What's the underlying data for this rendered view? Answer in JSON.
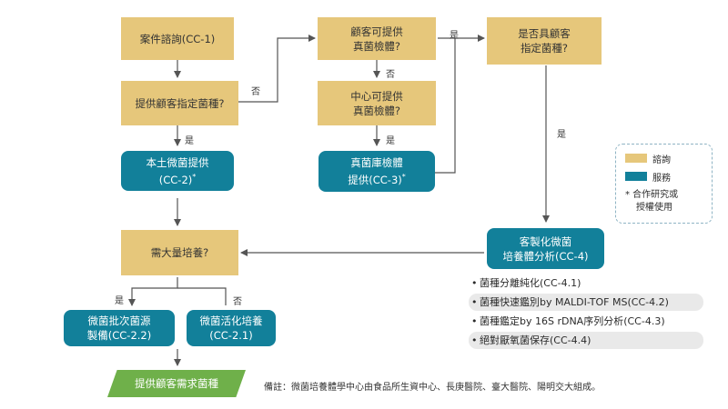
{
  "nodes": {
    "cc1": "案件諮詢(CC-1)",
    "provide_strain_q": "提供顧客指定菌種?",
    "local_strain": "本土微菌提供",
    "local_strain_code": "(CC-2)",
    "mass_culture_q": "需大量培養?",
    "batch_prep_line1": "微菌批次菌源",
    "batch_prep_line2": "製備(CC-2.2)",
    "activation_line1": "微菌活化培養",
    "activation_line2": "(CC-2.1)",
    "customer_sample_q_line1": "顧客可提供",
    "customer_sample_q_line2": "真菌檢體?",
    "center_sample_q_line1": "中心可提供",
    "center_sample_q_line2": "真菌檢體?",
    "library_line1": "真菌庫檢體",
    "library_line2": "提供(CC-3)",
    "customer_specified_q_line1": "是否具顧客",
    "customer_specified_q_line2": "指定菌種?",
    "custom_analysis_line1": "客製化微菌",
    "custom_analysis_line2": "培養體分析(CC-4)",
    "final": "提供顧客需求菌種"
  },
  "edge_labels": {
    "no1": "否",
    "yes1": "是",
    "no2": "否",
    "yes2": "是",
    "yes3": "是",
    "yes4": "是",
    "yes_left": "是",
    "no_right": "否"
  },
  "asterisk": "*",
  "cc4_items": [
    "菌種分離純化(CC-4.1)",
    "菌種快速鑑別by MALDI-TOF MS(CC-4.2)",
    "菌種鑑定by 16S rDNA序列分析(CC-4.3)",
    "絕對厭氧菌保存(CC-4.4)"
  ],
  "bullet": "•",
  "legend": {
    "consult": "諮詢",
    "service": "服務",
    "note_line1": "* 合作研究或",
    "note_line2": "授權使用"
  },
  "footnote": "備註：微菌培養體學中心由食品所生資中心、長庚醫院、臺大醫院、陽明交大組成。",
  "colors": {
    "consult": "#e6c77b",
    "service": "#12809a",
    "final": "#6fb04a",
    "line": "#555555"
  }
}
